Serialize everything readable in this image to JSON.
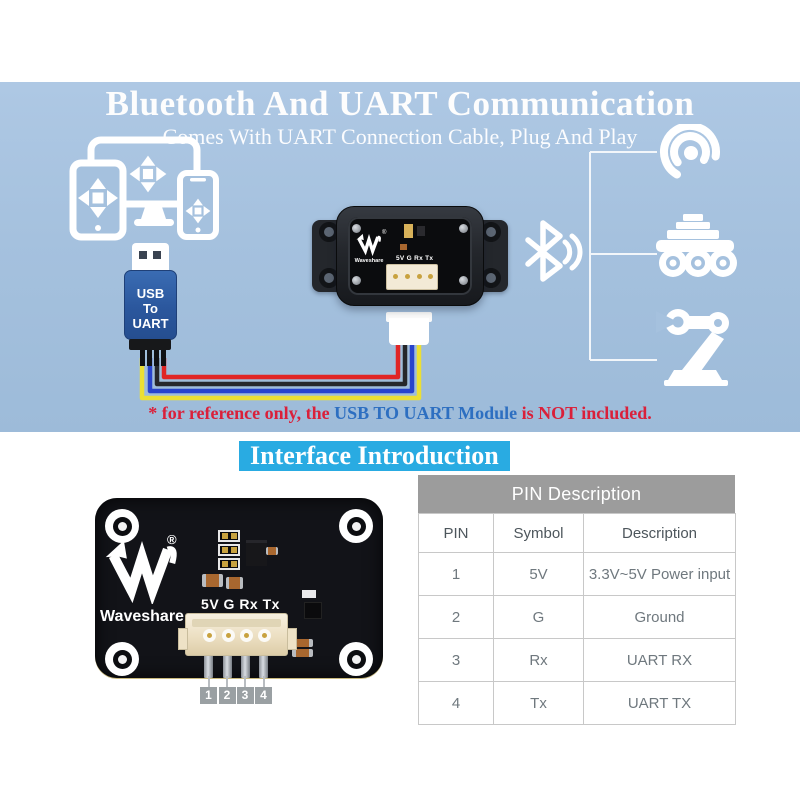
{
  "banner": {
    "bg_color": "#a5c1de",
    "title": "Bluetooth And UART Communication",
    "subtitle": "Comes With UART Connection Cable, Plug And Play",
    "usb_module": {
      "line1": "USB",
      "line2": "To",
      "line3": "UART",
      "body_color": "#2d5fa6"
    },
    "wire_colors": {
      "red": "#e02525",
      "black": "#26272b",
      "blue": "#2843cc",
      "yellow": "#ecdf33"
    },
    "icons": [
      "tablet-icon",
      "monitor-icon",
      "smartphone-icon",
      "usb-plug-icon",
      "bluetooth-icon",
      "radar-icon",
      "rover-icon",
      "robot-arm-icon"
    ],
    "disclaimer": {
      "prefix": "* for reference only, the ",
      "highlight": "USB TO UART Module",
      "suffix": " is NOT included.",
      "color": "#da203a",
      "highlight_color": "#2d6fc1"
    }
  },
  "module_photo": {
    "brand": "Waveshare",
    "reg": "®",
    "pin_labels": "5V G Rx Tx"
  },
  "interface_section": {
    "heading": "Interface Introduction",
    "bg_color": "#29abe2"
  },
  "pcb_photo": {
    "brand": "Waveshare",
    "reg": "®",
    "pin_labels": "5V G Rx Tx",
    "pin_numbers": [
      "1",
      "2",
      "3",
      "4"
    ]
  },
  "pin_table": {
    "title": "PIN Description",
    "header_bg": "#9c9c9c",
    "columns": [
      "PIN",
      "Symbol",
      "Description"
    ],
    "rows": [
      {
        "pin": "1",
        "symbol": "5V",
        "description": "3.3V~5V Power input"
      },
      {
        "pin": "2",
        "symbol": "G",
        "description": "Ground"
      },
      {
        "pin": "3",
        "symbol": "Rx",
        "description": "UART RX"
      },
      {
        "pin": "4",
        "symbol": "Tx",
        "description": "UART TX"
      }
    ]
  }
}
